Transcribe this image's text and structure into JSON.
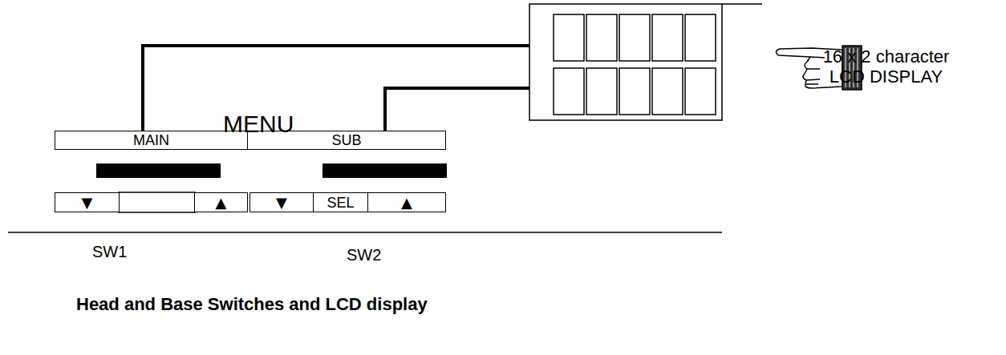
{
  "diagram": {
    "caption": "Head and Base Switches and LCD display",
    "nodes": [
      {
        "text": [
          "MAIN"
        ]
      },
      {
        "text": [
          "SUB"
        ]
      },
      {
        "text": [
          "▼"
        ]
      },
      {
        "text": [
          "▲"
        ]
      },
      {
        "text": [
          "▼"
        ]
      },
      {
        "text": [
          "SEL"
        ]
      },
      {
        "text": [
          "▲"
        ]
      }
    ],
    "labels": [
      "MENU",
      "SW1",
      "SW2",
      "16 x 2 character LCD DISPLAY"
    ]
  }
}
